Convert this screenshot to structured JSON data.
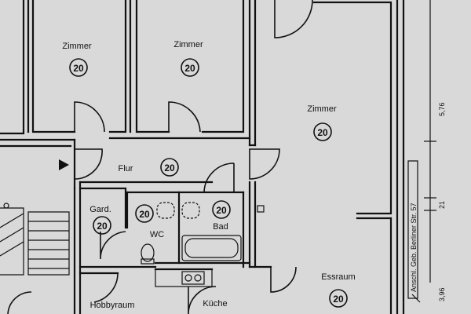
{
  "rooms": [
    {
      "name": "Zimmer",
      "number": "20"
    },
    {
      "name": "Zimmer",
      "number": "20"
    },
    {
      "name": "Zimmer",
      "number": "20"
    },
    {
      "name": "Flur",
      "number": "20"
    },
    {
      "name": "Gard.",
      "number": "20"
    },
    {
      "name": "WC",
      "number": "20"
    },
    {
      "name": "Bad",
      "number": "20"
    },
    {
      "name": "Essraum",
      "number": "20"
    },
    {
      "name": "Hobbyraum",
      "number": ""
    },
    {
      "name": "Küche",
      "number": ""
    }
  ],
  "annotations": {
    "street": "Anschl. Geb. Berliner Str. 57",
    "dim_a": "5,76",
    "dim_b": "21",
    "dim_c": "3,96"
  }
}
